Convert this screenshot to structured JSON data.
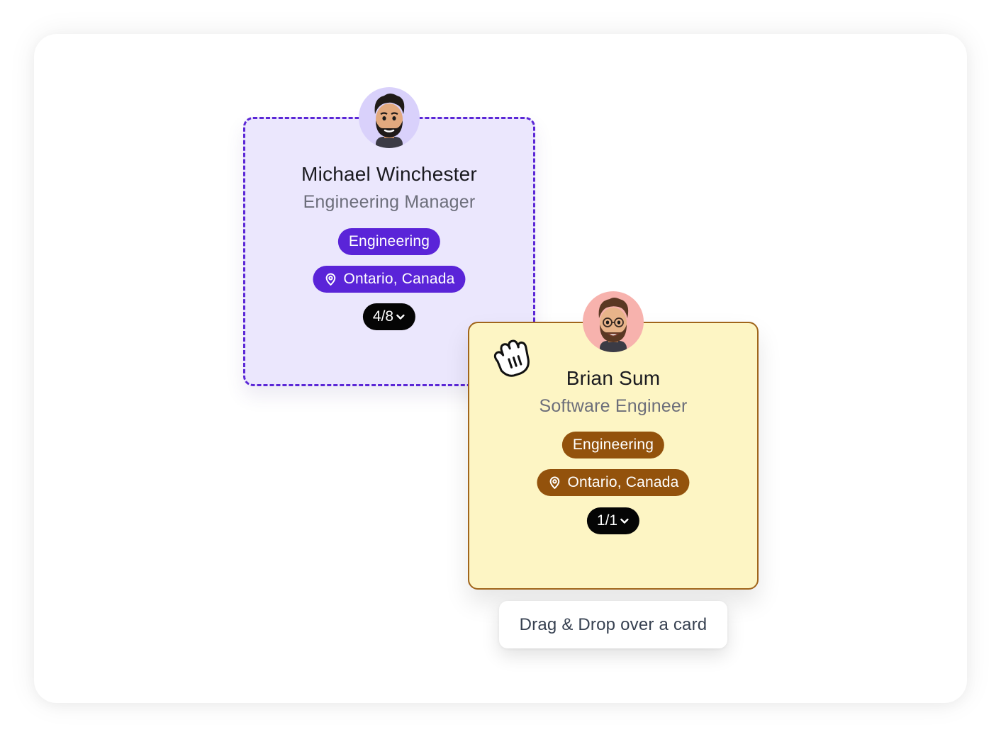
{
  "cards": [
    {
      "name": "Michael Winchester",
      "role": "Engineering Manager",
      "department": "Engineering",
      "location": "Ontario, Canada",
      "counter": "4/8",
      "avatar_icon": "memoji-man-beard-icon",
      "accent_color": "#5a24d8",
      "background_color": "#ebe7fd",
      "state": "drop-target"
    },
    {
      "name": "Brian Sum",
      "role": "Software Engineer",
      "department": "Engineering",
      "location": "Ontario, Canada",
      "counter": "1/1",
      "avatar_icon": "memoji-man-glasses-icon",
      "accent_color": "#93520c",
      "background_color": "#fdf5c4",
      "state": "dragging"
    }
  ],
  "cursor_icon": "grab-hand-icon",
  "tooltip": {
    "text": "Drag & Drop over a card"
  }
}
